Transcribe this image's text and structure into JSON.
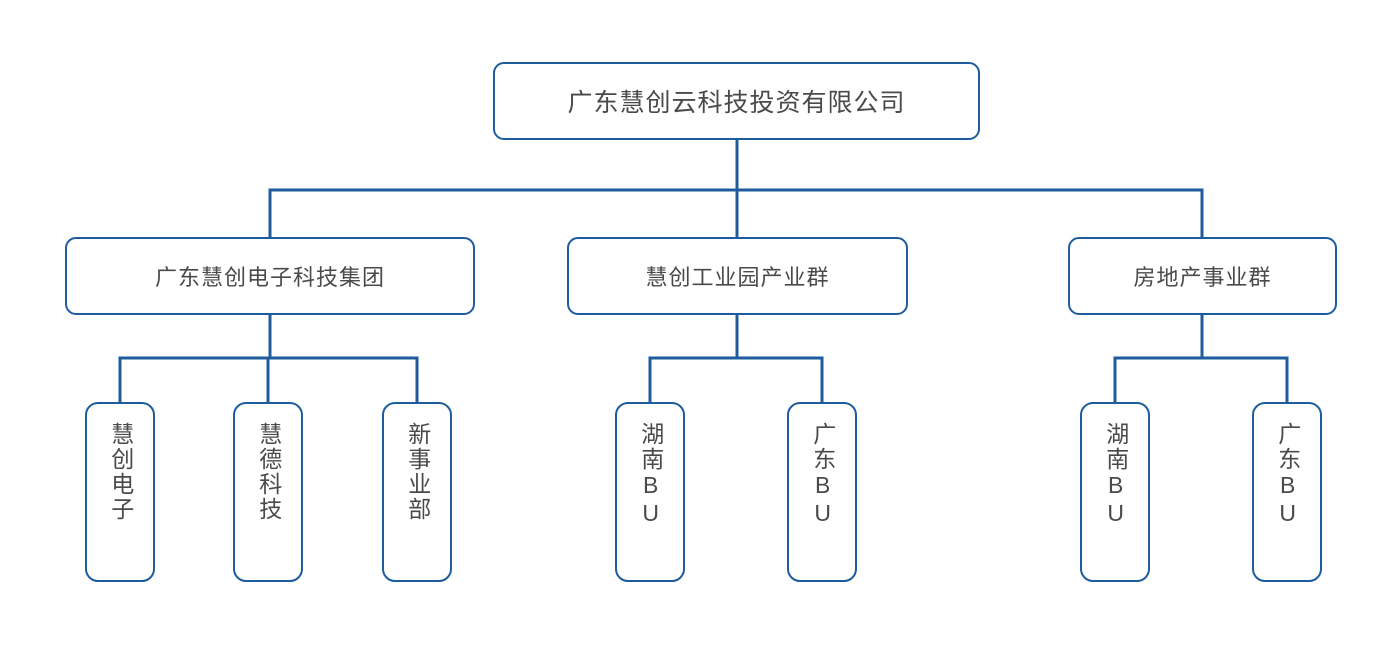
{
  "diagram": {
    "type": "organization-chart",
    "orientation": "top-down",
    "colors": {
      "connector": "#1f5c9e",
      "node_border": "#1f5c9e",
      "node_fill": "#ffffff",
      "text": "#4a4a4a",
      "background": "#ffffff"
    },
    "root": {
      "id": "root",
      "label": "广东慧创云科技投资有限公司",
      "level": 0
    },
    "divisions": [
      {
        "id": "div-electronics",
        "label": "广东慧创电子科技集团",
        "level": 1,
        "children": [
          {
            "id": "leaf-huichuang-dianzi",
            "label": "慧创电子",
            "level": 2
          },
          {
            "id": "leaf-huide-keji",
            "label": "慧德科技",
            "level": 2
          },
          {
            "id": "leaf-xin-shiye-bu",
            "label": "新事业部",
            "level": 2
          }
        ]
      },
      {
        "id": "div-industrial-park",
        "label": "慧创工业园产业群",
        "level": 1,
        "children": [
          {
            "id": "leaf-park-hunan-bu",
            "label": "湖南BU",
            "level": 2
          },
          {
            "id": "leaf-park-guangdong-bu",
            "label": "广东BU",
            "level": 2
          }
        ]
      },
      {
        "id": "div-real-estate",
        "label": "房地产事业群",
        "level": 1,
        "children": [
          {
            "id": "leaf-estate-hunan-bu",
            "label": "湖南BU",
            "level": 2
          },
          {
            "id": "leaf-estate-guangdong-bu",
            "label": "广东BU",
            "level": 2
          }
        ]
      }
    ]
  },
  "nodes": {
    "root": {
      "label": "广东慧创云科技投资有限公司"
    },
    "d0": {
      "label": "广东慧创电子科技集团"
    },
    "d1": {
      "label": "慧创工业园产业群"
    },
    "d2": {
      "label": "房地产事业群"
    },
    "d0c0": {
      "label": "慧创电子"
    },
    "d0c1": {
      "label": "慧德科技"
    },
    "d0c2": {
      "label": "新事业部"
    },
    "d1c0": {
      "label": "湖南BU"
    },
    "d1c1": {
      "label": "广东BU"
    },
    "d2c0": {
      "label": "湖南BU"
    },
    "d2c1": {
      "label": "广东BU"
    }
  }
}
